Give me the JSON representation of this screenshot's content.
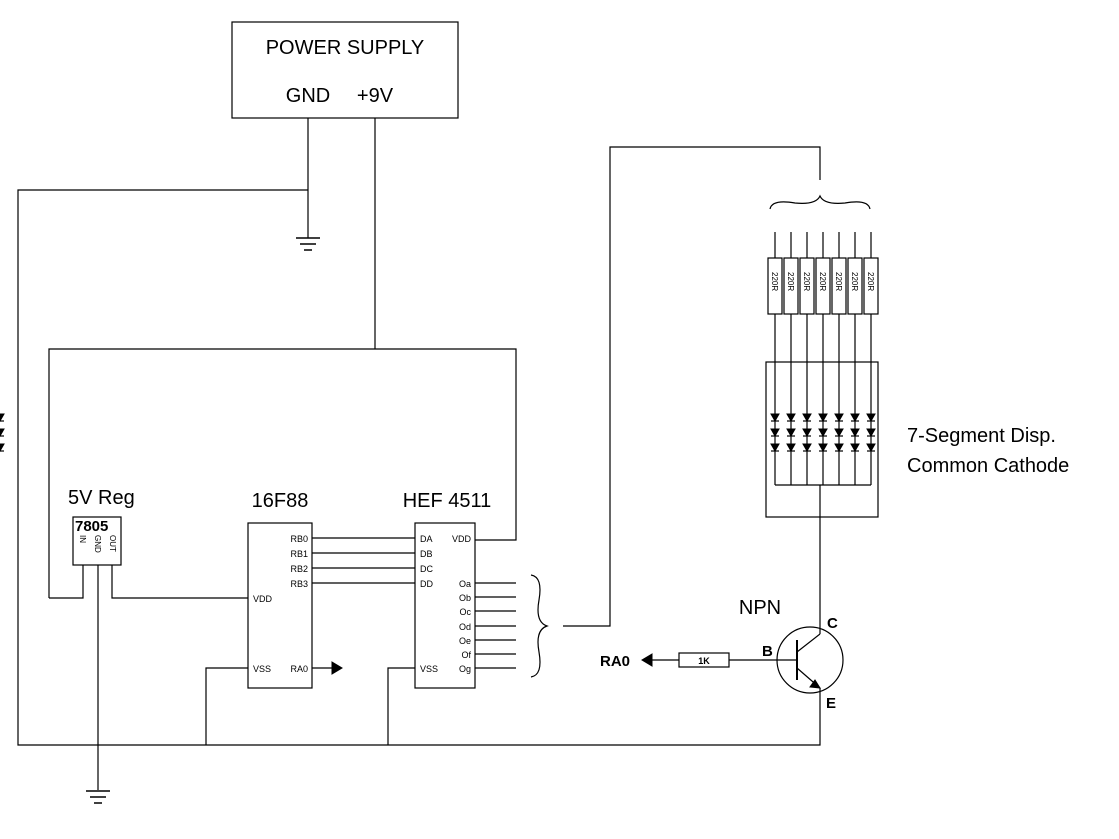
{
  "power_supply": {
    "title": "POWER SUPPLY",
    "gnd": "GND",
    "vplus": "+9V"
  },
  "regulator": {
    "label": "5V Reg",
    "part": "7805",
    "pins": [
      "IN",
      "GND",
      "OUT"
    ]
  },
  "mcu": {
    "label": "16F88",
    "left_pins": [
      "VDD",
      "VSS"
    ],
    "right_pins": [
      "RB0",
      "RB1",
      "RB2",
      "RB3",
      "RA0"
    ]
  },
  "decoder": {
    "label": "HEF 4511",
    "inputs": [
      "DA",
      "DB",
      "DC",
      "DD"
    ],
    "vdd": "VDD",
    "vss": "VSS",
    "outputs": [
      "Oa",
      "Ob",
      "Oc",
      "Od",
      "Oe",
      "Of",
      "Og"
    ]
  },
  "resistors": {
    "segment_value": "220R",
    "base_value": "1K"
  },
  "display": {
    "line1": "7-Segment Disp.",
    "line2": "Common Cathode"
  },
  "transistor": {
    "type": "NPN",
    "base": "B",
    "collector": "C",
    "emitter": "E"
  },
  "base_signal": "RA0"
}
